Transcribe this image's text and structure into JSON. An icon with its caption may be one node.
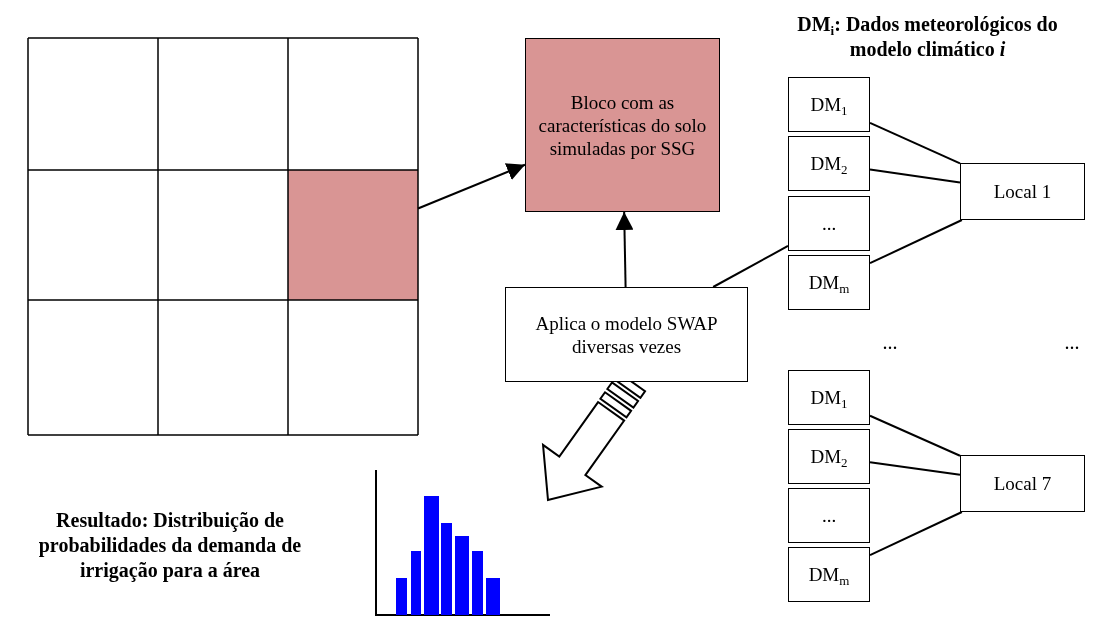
{
  "diagram": {
    "nodes": [
      {
        "text": [],
        "shape": "box"
      },
      {
        "text": [
          "Bloco com as características do solo simuladas por SSG"
        ]
      },
      {
        "text": [
          "Aplica o modelo SWAP diversas vezes"
        ]
      },
      {
        "text": [
          "DM$_{1}$"
        ]
      },
      {
        "text": [
          "DM$_{2}$"
        ]
      },
      {
        "text": [
          "..."
        ]
      },
      {
        "text": [
          "DM$_{m}$"
        ]
      },
      {
        "text": [
          "Local 1"
        ]
      },
      {
        "text": [
          "DM$_{1}$"
        ]
      },
      {
        "text": [
          "DM$_{2}$"
        ]
      },
      {
        "text": [
          "..."
        ]
      },
      {
        "text": [
          "DM$_{m}$"
        ]
      },
      {
        "text": [
          "Local 7"
        ]
      },
      {
        "text": [],
        "shape": "picture"
      }
    ],
    "edges": [
      {
        "from": 0,
        "to": 1,
        "arrow": "to"
      },
      {
        "from": 2,
        "to": 1,
        "arrow": "to"
      },
      {
        "from": 3,
        "to": 7,
        "arrow": "none"
      },
      {
        "from": 4,
        "to": 7,
        "arrow": "none"
      },
      {
        "from": 6,
        "to": 7,
        "arrow": "none"
      },
      {
        "from": 8,
        "to": 12,
        "arrow": "none"
      },
      {
        "from": 9,
        "to": 12,
        "arrow": "none"
      },
      {
        "from": 11,
        "to": 12,
        "arrow": "none"
      },
      {
        "from": 2,
        "to": 5,
        "arrow": "none"
      },
      {
        "from": 2,
        "to": 13,
        "arrow": "to",
        "style": "thick"
      }
    ],
    "labels": [
      "DM$_{i}$: Dados meteorológicos do modelo climático *i*",
      "...",
      "...",
      "Resultado: Distribuição de probabilidades da demanda de irrigação para a área"
    ]
  }
}
